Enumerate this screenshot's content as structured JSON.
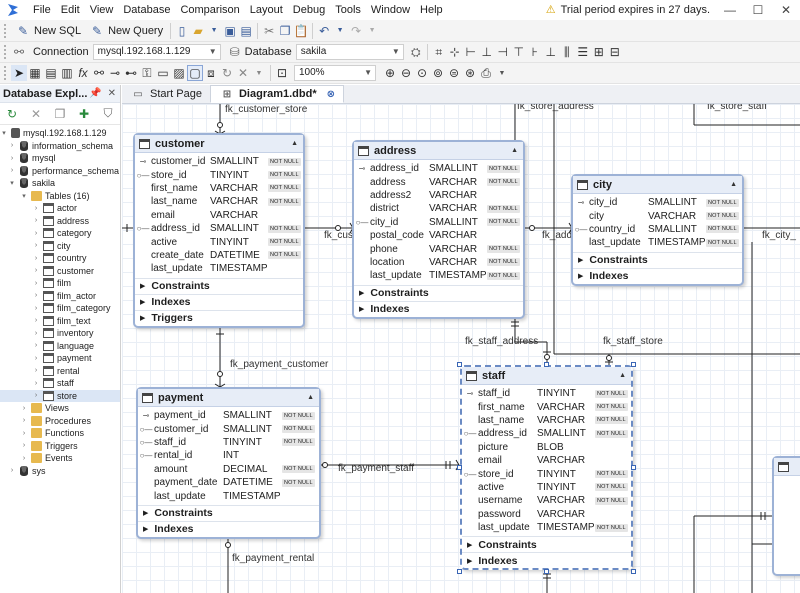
{
  "menu": {
    "items": [
      "File",
      "Edit",
      "View",
      "Database",
      "Comparison",
      "Layout",
      "Debug",
      "Tools",
      "Window",
      "Help"
    ],
    "trial": "Trial period expires in 27 days."
  },
  "toolbar": {
    "new_sql": "New SQL",
    "new_query": "New Query",
    "connection_label": "Connection",
    "connection_value": "mysql.192.168.1.129",
    "database_label": "Database",
    "database_value": "sakila",
    "zoom": "100%"
  },
  "sidebar": {
    "title": "Database Expl...",
    "server": "mysql.192.168.1.129",
    "schemas": [
      "information_schema",
      "mysql",
      "performance_schema"
    ],
    "active_schema": "sakila",
    "tables_label": "Tables (16)",
    "tables": [
      "actor",
      "address",
      "category",
      "city",
      "country",
      "customer",
      "film",
      "film_actor",
      "film_category",
      "film_text",
      "inventory",
      "language",
      "payment",
      "rental",
      "staff",
      "store"
    ],
    "folders": [
      "Views",
      "Procedures",
      "Functions",
      "Triggers",
      "Events"
    ],
    "other": "sys"
  },
  "tabs": [
    {
      "label": "Start Page"
    },
    {
      "label": "Diagram1.dbd*"
    }
  ],
  "labels": {
    "constraints": "Constraints",
    "indexes": "Indexes",
    "triggers": "Triggers",
    "not_null": "NOT NULL"
  },
  "entities": {
    "customer": {
      "name": "customer",
      "columns": [
        {
          "name": "customer_id",
          "type": "SMALLINT",
          "nn": true,
          "key": "pk"
        },
        {
          "name": "store_id",
          "type": "TINYINT",
          "nn": true,
          "key": "fk"
        },
        {
          "name": "first_name",
          "type": "VARCHAR",
          "nn": true
        },
        {
          "name": "last_name",
          "type": "VARCHAR",
          "nn": true
        },
        {
          "name": "email",
          "type": "VARCHAR",
          "nn": false
        },
        {
          "name": "address_id",
          "type": "SMALLINT",
          "nn": true,
          "key": "fk"
        },
        {
          "name": "active",
          "type": "TINYINT",
          "nn": true
        },
        {
          "name": "create_date",
          "type": "DATETIME",
          "nn": true
        },
        {
          "name": "last_update",
          "type": "TIMESTAMP",
          "nn": false
        }
      ]
    },
    "address": {
      "name": "address",
      "columns": [
        {
          "name": "address_id",
          "type": "SMALLINT",
          "nn": true,
          "key": "pk"
        },
        {
          "name": "address",
          "type": "VARCHAR",
          "nn": true
        },
        {
          "name": "address2",
          "type": "VARCHAR",
          "nn": false
        },
        {
          "name": "district",
          "type": "VARCHAR",
          "nn": true
        },
        {
          "name": "city_id",
          "type": "SMALLINT",
          "nn": true,
          "key": "fk"
        },
        {
          "name": "postal_code",
          "type": "VARCHAR",
          "nn": false
        },
        {
          "name": "phone",
          "type": "VARCHAR",
          "nn": true
        },
        {
          "name": "location",
          "type": "VARCHAR",
          "nn": true
        },
        {
          "name": "last_update",
          "type": "TIMESTAMP",
          "nn": true
        }
      ]
    },
    "city": {
      "name": "city",
      "columns": [
        {
          "name": "city_id",
          "type": "SMALLINT",
          "nn": true,
          "key": "pk"
        },
        {
          "name": "city",
          "type": "VARCHAR",
          "nn": true
        },
        {
          "name": "country_id",
          "type": "SMALLINT",
          "nn": true,
          "key": "fk"
        },
        {
          "name": "last_update",
          "type": "TIMESTAMP",
          "nn": true
        }
      ]
    },
    "payment": {
      "name": "payment",
      "columns": [
        {
          "name": "payment_id",
          "type": "SMALLINT",
          "nn": true,
          "key": "pk"
        },
        {
          "name": "customer_id",
          "type": "SMALLINT",
          "nn": true,
          "key": "fk"
        },
        {
          "name": "staff_id",
          "type": "TINYINT",
          "nn": true,
          "key": "fk"
        },
        {
          "name": "rental_id",
          "type": "INT",
          "nn": false,
          "key": "fk"
        },
        {
          "name": "amount",
          "type": "DECIMAL",
          "nn": true
        },
        {
          "name": "payment_date",
          "type": "DATETIME",
          "nn": true
        },
        {
          "name": "last_update",
          "type": "TIMESTAMP",
          "nn": false
        }
      ]
    },
    "staff": {
      "name": "staff",
      "columns": [
        {
          "name": "staff_id",
          "type": "TINYINT",
          "nn": true,
          "key": "pk"
        },
        {
          "name": "first_name",
          "type": "VARCHAR",
          "nn": true
        },
        {
          "name": "last_name",
          "type": "VARCHAR",
          "nn": true
        },
        {
          "name": "address_id",
          "type": "SMALLINT",
          "nn": true,
          "key": "fk"
        },
        {
          "name": "picture",
          "type": "BLOB",
          "nn": false
        },
        {
          "name": "email",
          "type": "VARCHAR",
          "nn": false
        },
        {
          "name": "store_id",
          "type": "TINYINT",
          "nn": true,
          "key": "fk"
        },
        {
          "name": "active",
          "type": "TINYINT",
          "nn": true
        },
        {
          "name": "username",
          "type": "VARCHAR",
          "nn": true
        },
        {
          "name": "password",
          "type": "VARCHAR",
          "nn": false
        },
        {
          "name": "last_update",
          "type": "TIMESTAMP",
          "nn": true
        }
      ]
    }
  },
  "relations": {
    "fk_customer_store": "fk_customer_store",
    "fk_store_address": "fk_store_address",
    "fk_store_staff": "fk_store_staff",
    "fk_customer_address": "fk_customer_address",
    "fk_address_city": "fk_address_city",
    "fk_city_country": "fk_city_",
    "fk_payment_customer": "fk_payment_customer",
    "fk_staff_address": "fk_staff_address",
    "fk_staff_store": "fk_staff_store",
    "fk_payment_staff": "fk_payment_staff",
    "fk_payment_rental": "fk_payment_rental"
  }
}
